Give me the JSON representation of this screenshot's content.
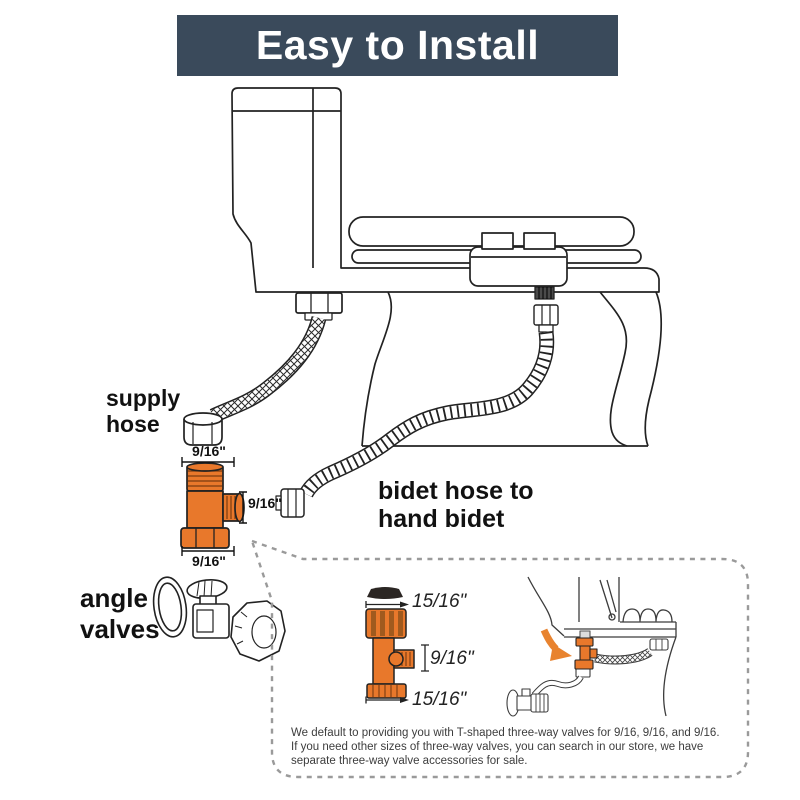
{
  "banner": {
    "title": "Easy to Install",
    "bg_color": "#3A4A5B",
    "text_color": "#FFFFFF"
  },
  "labels": {
    "supply_hose": "supply\nhose",
    "bidet_hose": "bidet hose to\nhand bidet",
    "angle_valves": "angle\nvalves"
  },
  "dimensions": {
    "main_valve": {
      "top": "9/16\"",
      "side": "9/16\"",
      "bottom": "9/16\""
    },
    "inset_valve": {
      "top": "15/16\"",
      "side": "9/16\"",
      "bottom": "15/16\""
    }
  },
  "inset": {
    "note_lines": [
      "We default to providing you with T-shaped three-way valves for 9/16, 9/16, and 9/16.",
      "If you need other sizes of three-way valves, you can search in our store, we have",
      "separate three-way valve accessories for sale."
    ]
  },
  "colors": {
    "accent_orange": "#E8782B",
    "orange_shade": "#A05A1E",
    "banner_bg": "#3A4A5B",
    "line_art": "#222222",
    "dashed_border": "#9A9A9A",
    "note_text": "#3D3D3D",
    "black_cap": "#2B2623"
  }
}
